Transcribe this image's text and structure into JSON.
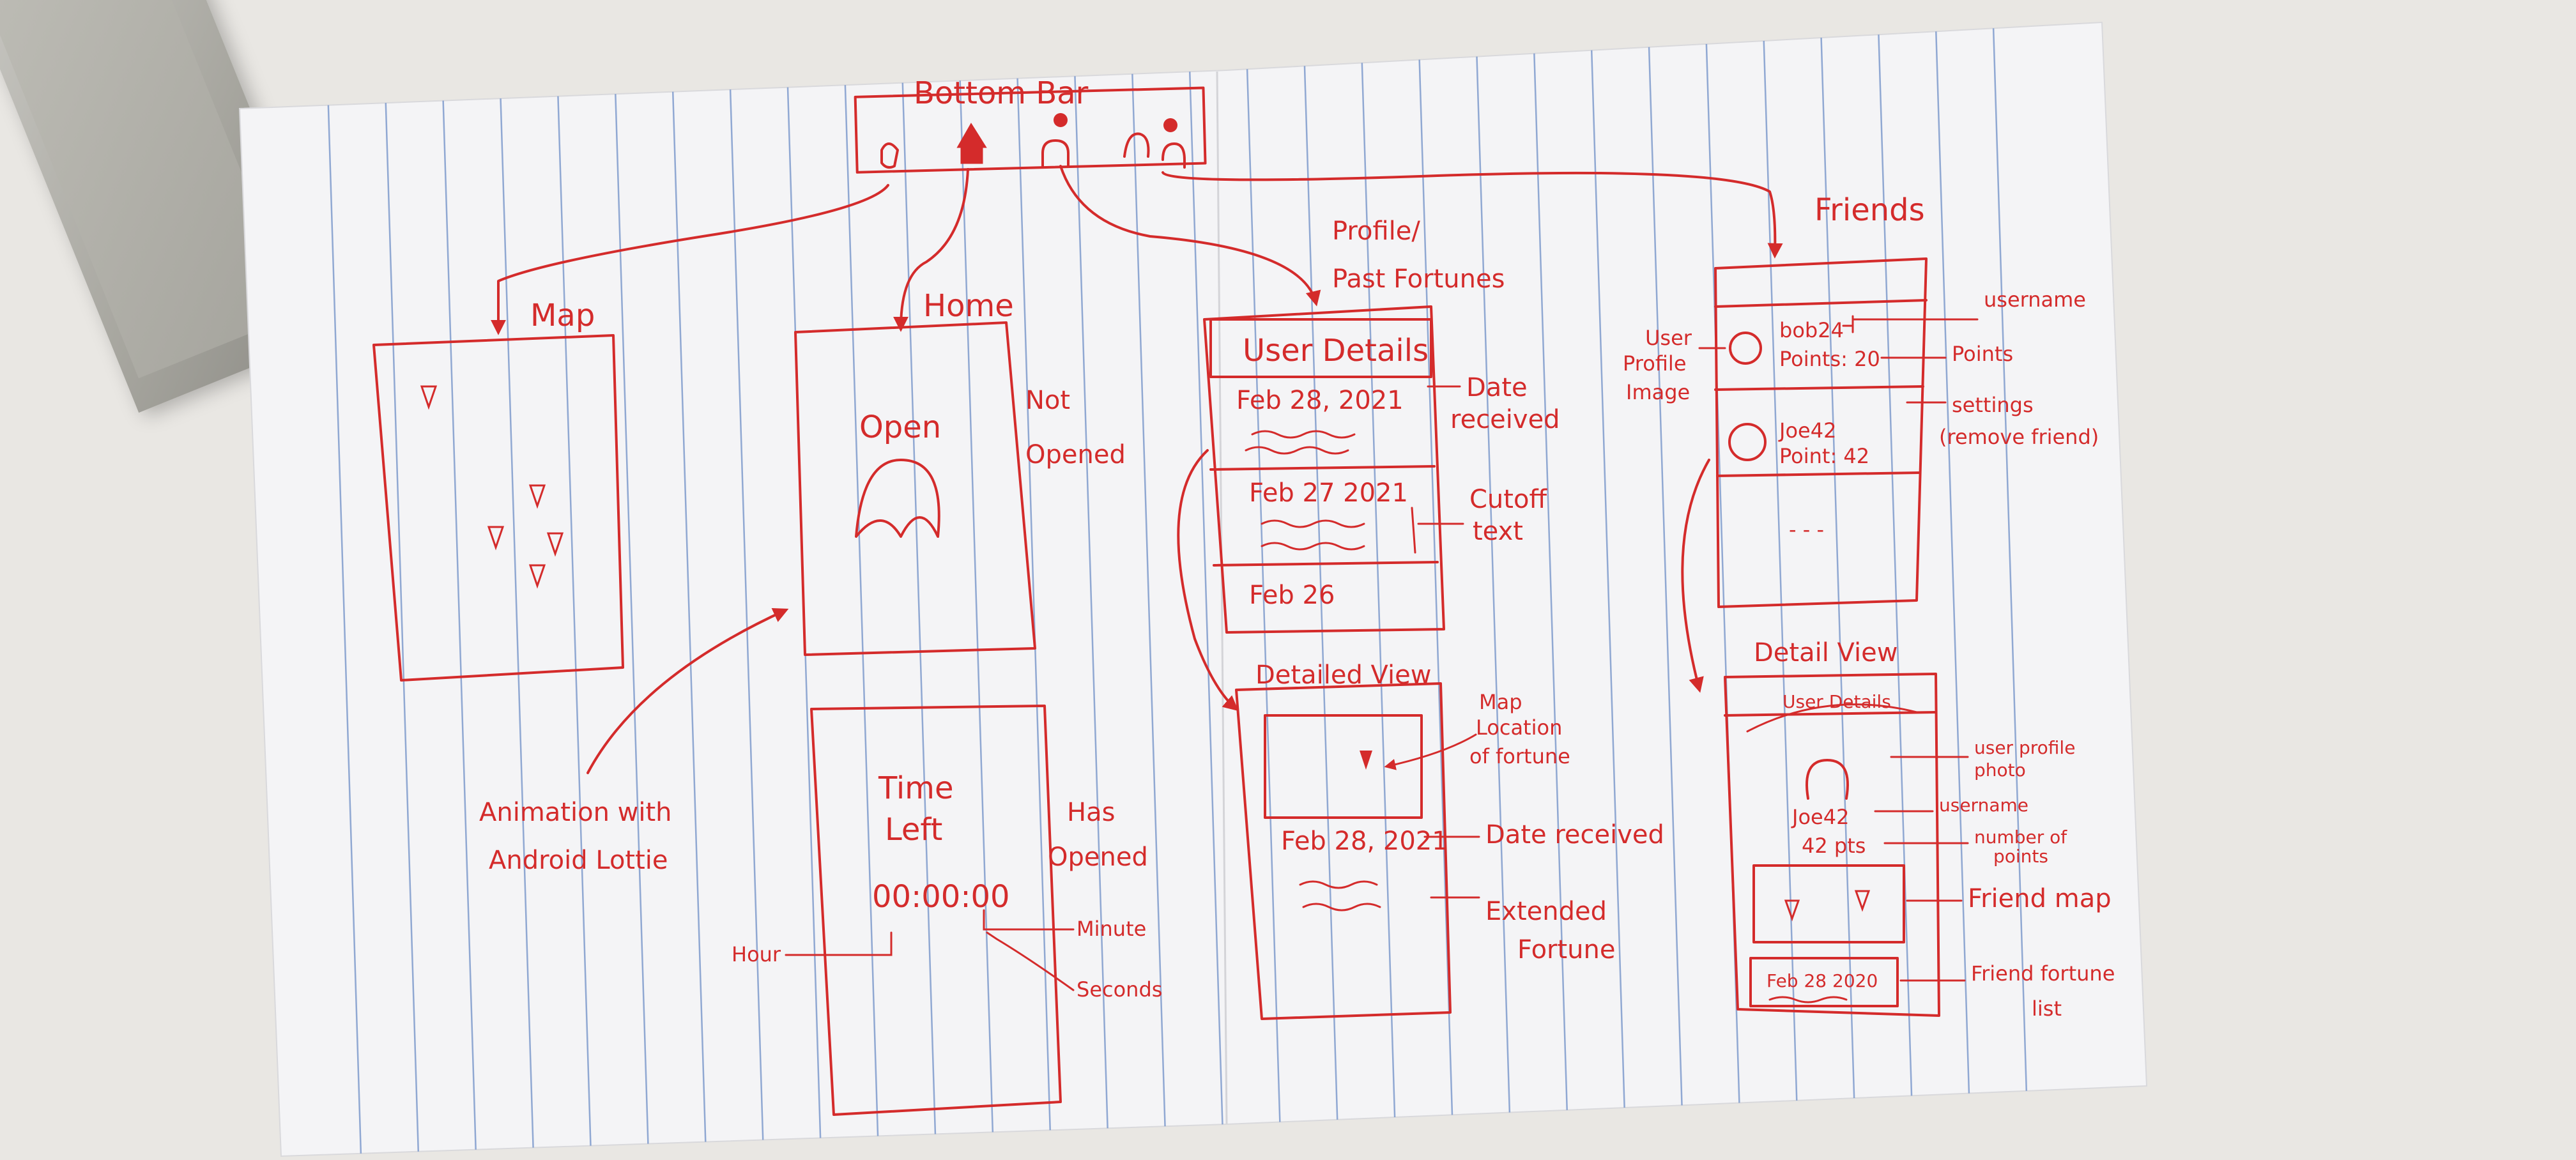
{
  "sketch": {
    "bottom_bar": {
      "title": "Bottom Bar"
    },
    "map": {
      "title": "Map"
    },
    "home": {
      "title": "Home",
      "open_label": "Open",
      "not_opened_label": "Not Opened",
      "time_left_label": "Time Left",
      "timer": "00:00:00",
      "has_opened_label": "Has Opened",
      "hour_label": "Hour",
      "minute_label": "Minute",
      "seconds_label": "Seconds"
    },
    "animation_note": "Animation with Android Lottie",
    "profile": {
      "title": "Profile/ Past Fortunes",
      "user_details": "User Details",
      "entries": [
        "Feb 28, 2021",
        "Feb 27 2021",
        "Feb 26"
      ],
      "date_received_note": "Date received",
      "cutoff_text_note": "Cutoff text"
    },
    "profile_detail": {
      "title": "Detailed View",
      "map_location_note": "Map Location of fortune",
      "date": "Feb 28, 2021",
      "date_received_note": "Date received",
      "extended_fortune_note": "Extended Fortune"
    },
    "friends": {
      "title": "Friends",
      "list": [
        {
          "username": "bob24",
          "points": "Points: 20"
        },
        {
          "username": "Joe42",
          "points": "Point: 42"
        }
      ],
      "ellipsis": "- - -",
      "user_profile_image_note": "User Profile Image",
      "username_note": "username",
      "points_note": "Points",
      "settings_note": "settings (remove friend)"
    },
    "friend_detail": {
      "title": "Detail View",
      "user_details": "User Details",
      "username": "Joe42",
      "points": "42 pts",
      "friend_entry": "Feb 28 2020",
      "user_profile_photo_note": "user profile photo",
      "username_note": "username",
      "number_of_points_note": "number of points",
      "friend_map_note": "Friend map",
      "friend_fortune_list_note": "Friend fortune list"
    }
  },
  "colors": {
    "ink": "#d42b2b",
    "rule_line": "#6f8fc7",
    "paper": "#f4f4f6",
    "desk": "#e9e7e3"
  }
}
